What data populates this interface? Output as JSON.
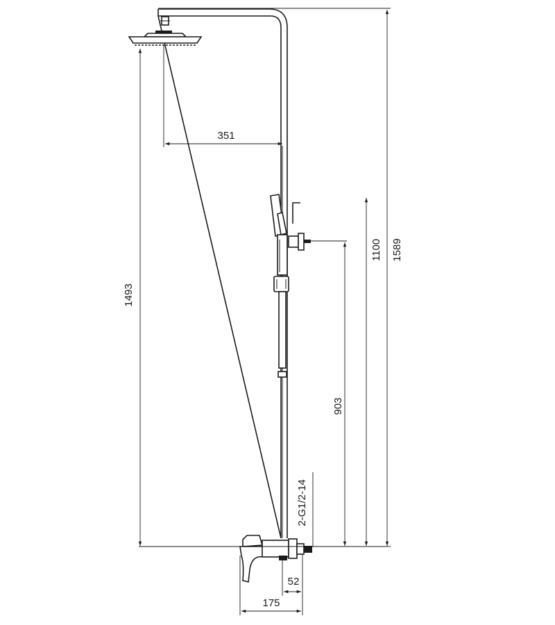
{
  "drawing": {
    "dimensions": {
      "arm_reach": "351",
      "head_height": "1493",
      "holder_height": "1100",
      "total_height": "1589",
      "outlet_height": "903",
      "connection_thread": "2-G1/2-14",
      "wall_depth": "52",
      "mixer_depth": "175"
    }
  }
}
